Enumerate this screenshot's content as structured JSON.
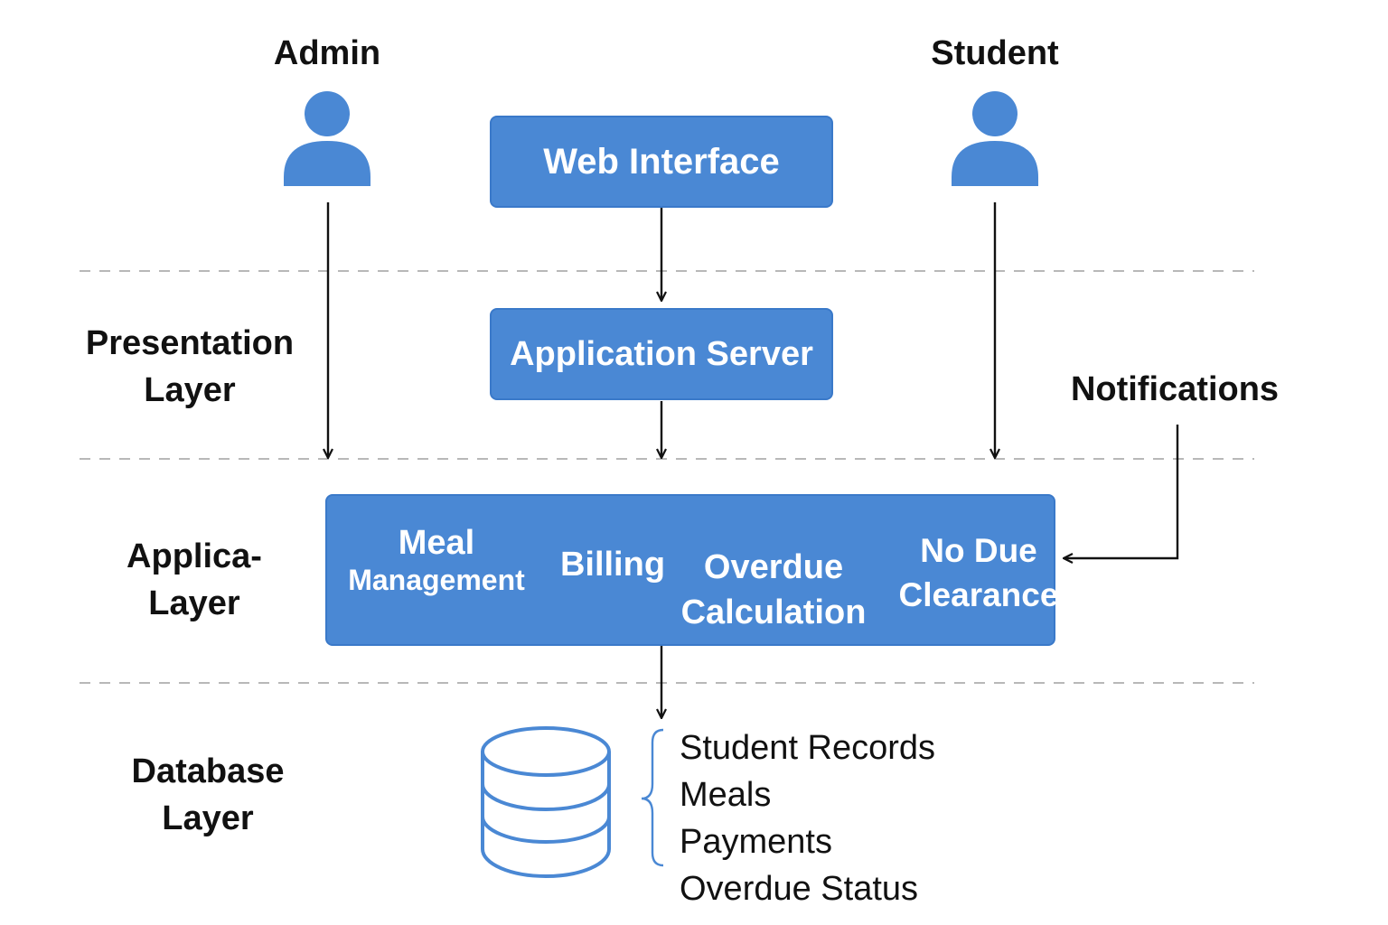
{
  "actors": {
    "admin": {
      "label": "Admin",
      "icon": "user-icon"
    },
    "student": {
      "label": "Student",
      "icon": "user-icon"
    }
  },
  "boxes": {
    "web_interface": "Web Interface",
    "application_server": "Application Server"
  },
  "layers": {
    "presentation": [
      "Presentation",
      "Layer"
    ],
    "application": [
      "Applica-",
      "Layer"
    ],
    "database": [
      "Database",
      "Layer"
    ]
  },
  "application_modules": [
    {
      "line1": "Meal",
      "line2": "Management"
    },
    {
      "line1": "Billing"
    },
    {
      "line1": "Overdue",
      "line2": "Calculation"
    },
    {
      "line1": "No Due",
      "line2": "Clearance"
    }
  ],
  "notifications": "Notifications",
  "database": {
    "icon": "database-icon",
    "items": [
      "Student Records",
      "Meals",
      "Payments",
      "Overdue Status"
    ]
  },
  "colors": {
    "box_fill": "#4a88d4",
    "icon_fill": "#4a88d4",
    "separator": "#b8b8b8",
    "arrow": "#111111"
  }
}
